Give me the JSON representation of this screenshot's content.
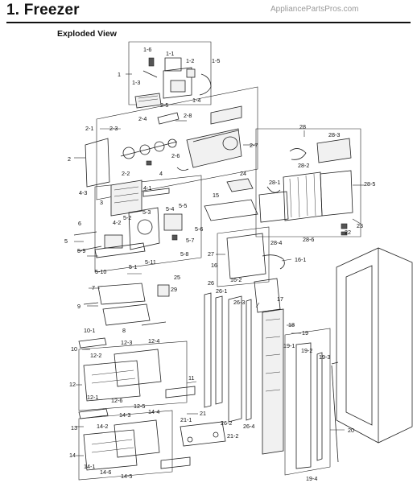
{
  "header": {
    "title": "1. Freezer",
    "watermark": "AppliancePartsPros.com",
    "subtitle": "Exploded View"
  },
  "callouts": [
    {
      "id": "c1",
      "label": "1"
    },
    {
      "id": "c1-1",
      "label": "1-1"
    },
    {
      "id": "c1-2",
      "label": "1-2"
    },
    {
      "id": "c1-3",
      "label": "1-3"
    },
    {
      "id": "c1-4",
      "label": "1-4"
    },
    {
      "id": "c1-5",
      "label": "1-5"
    },
    {
      "id": "c1-6",
      "label": "1-6"
    },
    {
      "id": "c2",
      "label": "2"
    },
    {
      "id": "c2-1",
      "label": "2-1"
    },
    {
      "id": "c2-2",
      "label": "2-2"
    },
    {
      "id": "c2-3",
      "label": "2-3"
    },
    {
      "id": "c2-4",
      "label": "2-4"
    },
    {
      "id": "c2-5",
      "label": "2-5"
    },
    {
      "id": "c2-6",
      "label": "2-6"
    },
    {
      "id": "c2-7",
      "label": "2-7"
    },
    {
      "id": "c2-8",
      "label": "2-8"
    },
    {
      "id": "c3",
      "label": "3"
    },
    {
      "id": "c4",
      "label": "4"
    },
    {
      "id": "c4-1",
      "label": "4-1"
    },
    {
      "id": "c4-2",
      "label": "4-2"
    },
    {
      "id": "c4-3",
      "label": "4-3"
    },
    {
      "id": "c5",
      "label": "5"
    },
    {
      "id": "c5-1",
      "label": "5-1"
    },
    {
      "id": "c5-2",
      "label": "5-2"
    },
    {
      "id": "c5-3",
      "label": "5-3"
    },
    {
      "id": "c5-4",
      "label": "5-4"
    },
    {
      "id": "c5-5",
      "label": "5-5"
    },
    {
      "id": "c5-6",
      "label": "5-6"
    },
    {
      "id": "c5-7",
      "label": "5-7"
    },
    {
      "id": "c5-8",
      "label": "5-8"
    },
    {
      "id": "c5-9",
      "label": "5-9"
    },
    {
      "id": "c5-10",
      "label": "5-10"
    },
    {
      "id": "c5-11",
      "label": "5-11"
    },
    {
      "id": "c6",
      "label": "6"
    },
    {
      "id": "c7",
      "label": "7"
    },
    {
      "id": "c8",
      "label": "8"
    },
    {
      "id": "c9",
      "label": "9"
    },
    {
      "id": "c10",
      "label": "10"
    },
    {
      "id": "c10-1",
      "label": "10-1"
    },
    {
      "id": "c11",
      "label": "11"
    },
    {
      "id": "c12",
      "label": "12"
    },
    {
      "id": "c12-1",
      "label": "12-1"
    },
    {
      "id": "c12-2",
      "label": "12-2"
    },
    {
      "id": "c12-3",
      "label": "12-3"
    },
    {
      "id": "c12-4",
      "label": "12-4"
    },
    {
      "id": "c12-5",
      "label": "12-5"
    },
    {
      "id": "c12-6",
      "label": "12-6"
    },
    {
      "id": "c13",
      "label": "13"
    },
    {
      "id": "c14",
      "label": "14"
    },
    {
      "id": "c14-1",
      "label": "14-1"
    },
    {
      "id": "c14-2",
      "label": "14-2"
    },
    {
      "id": "c14-3",
      "label": "14-3"
    },
    {
      "id": "c14-4",
      "label": "14-4"
    },
    {
      "id": "c14-5",
      "label": "14-5"
    },
    {
      "id": "c14-6",
      "label": "14-6"
    },
    {
      "id": "c15",
      "label": "15"
    },
    {
      "id": "c16",
      "label": "16"
    },
    {
      "id": "c16-1",
      "label": "16-1"
    },
    {
      "id": "c16-2",
      "label": "16-2"
    },
    {
      "id": "c17",
      "label": "17"
    },
    {
      "id": "c18",
      "label": "18"
    },
    {
      "id": "c19",
      "label": "19"
    },
    {
      "id": "c19-1",
      "label": "19-1"
    },
    {
      "id": "c19-2",
      "label": "19-2"
    },
    {
      "id": "c19-3",
      "label": "19-3"
    },
    {
      "id": "c19-4",
      "label": "19-4"
    },
    {
      "id": "c20",
      "label": "20"
    },
    {
      "id": "c21",
      "label": "21"
    },
    {
      "id": "c21-1",
      "label": "21-1"
    },
    {
      "id": "c21-2",
      "label": "21-2"
    },
    {
      "id": "c22",
      "label": "22"
    },
    {
      "id": "c23",
      "label": "23"
    },
    {
      "id": "c24",
      "label": "24"
    },
    {
      "id": "c25",
      "label": "25"
    },
    {
      "id": "c26",
      "label": "26"
    },
    {
      "id": "c26-1",
      "label": "26-1"
    },
    {
      "id": "c26-2",
      "label": "26-2"
    },
    {
      "id": "c26-3",
      "label": "26-3"
    },
    {
      "id": "c26-4",
      "label": "26-4"
    },
    {
      "id": "c27",
      "label": "27"
    },
    {
      "id": "c28",
      "label": "28"
    },
    {
      "id": "c28-1",
      "label": "28-1"
    },
    {
      "id": "c28-2",
      "label": "28-2"
    },
    {
      "id": "c28-3",
      "label": "28-3"
    },
    {
      "id": "c28-4",
      "label": "28-4"
    },
    {
      "id": "c28-5",
      "label": "28-5"
    },
    {
      "id": "c28-6",
      "label": "28-6"
    },
    {
      "id": "c29",
      "label": "29"
    }
  ]
}
